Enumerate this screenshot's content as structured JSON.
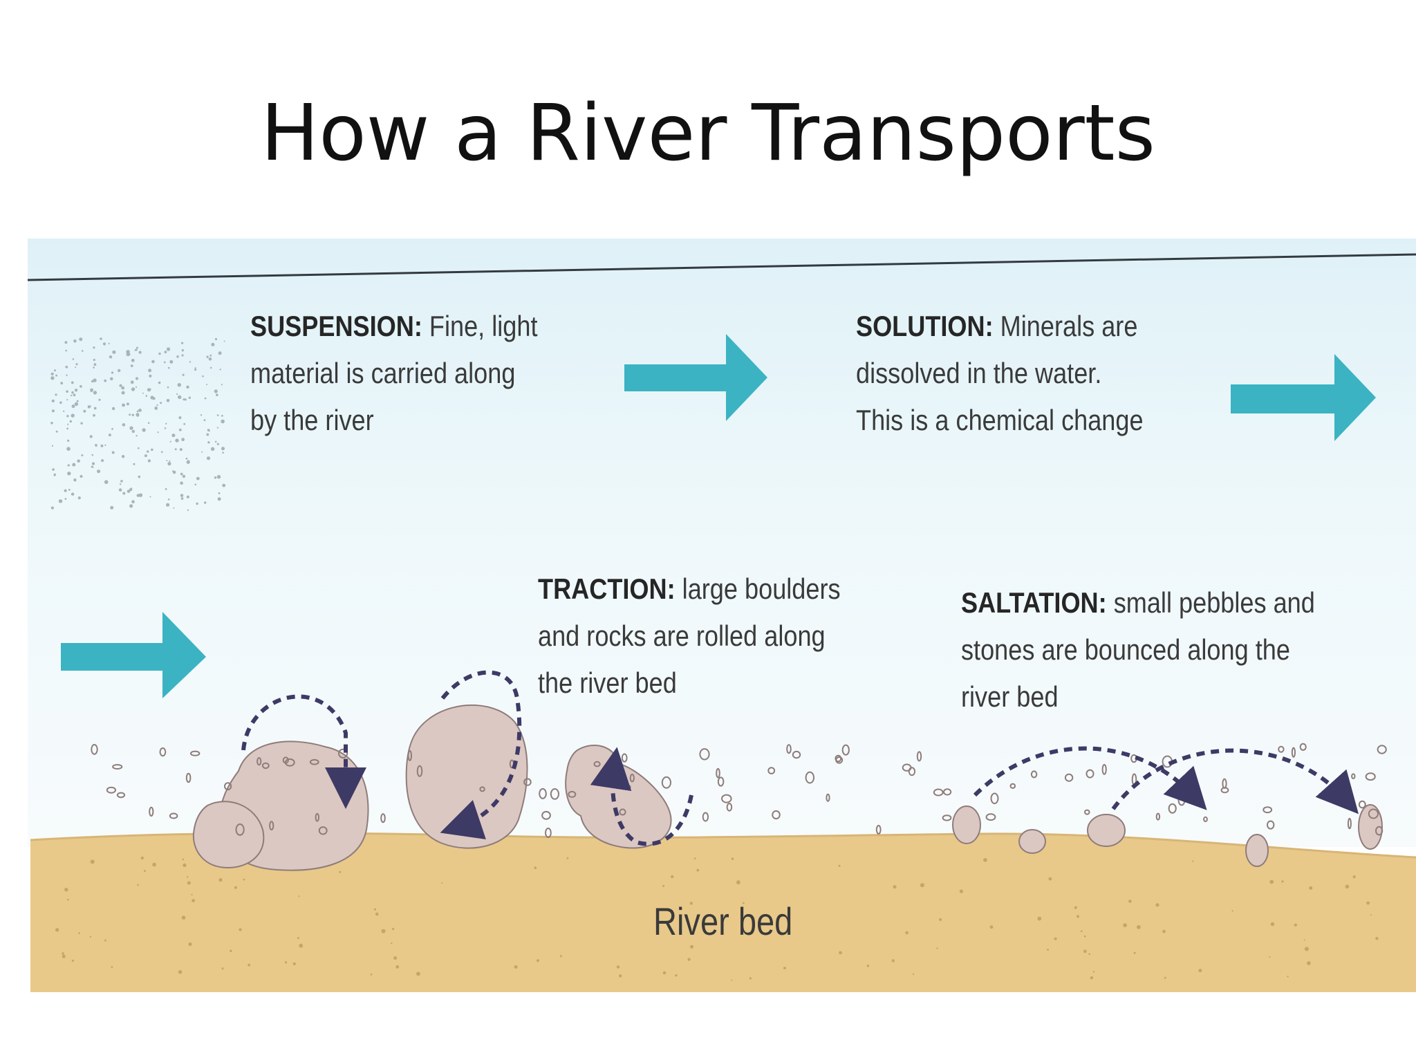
{
  "title": "How a River Transports",
  "diagram": {
    "colors": {
      "water": "#e6f4f8",
      "arrow": "#3bb3c3",
      "river_bed": "#e8c98a",
      "rock": "#dcc8c2",
      "motion_path": "#3e3a66"
    },
    "suspension": {
      "term": "SUSPENSION:",
      "lines": [
        " Fine, light",
        "material is carried along",
        "by the river"
      ]
    },
    "solution": {
      "term": "SOLUTION:",
      "lines": [
        " Minerals are",
        "dissolved in the water.",
        "This is a chemical change"
      ]
    },
    "traction": {
      "term": "TRACTION:",
      "lines": [
        " large boulders",
        "and rocks are rolled along",
        "the river bed"
      ]
    },
    "saltation": {
      "term": "SALTATION:",
      "lines": [
        " small pebbles and",
        "stones are bounced along the",
        "river bed"
      ]
    },
    "river_bed_label": "River bed",
    "flow_arrows": [
      "flow-arrow",
      "flow-arrow",
      "flow-arrow"
    ]
  }
}
